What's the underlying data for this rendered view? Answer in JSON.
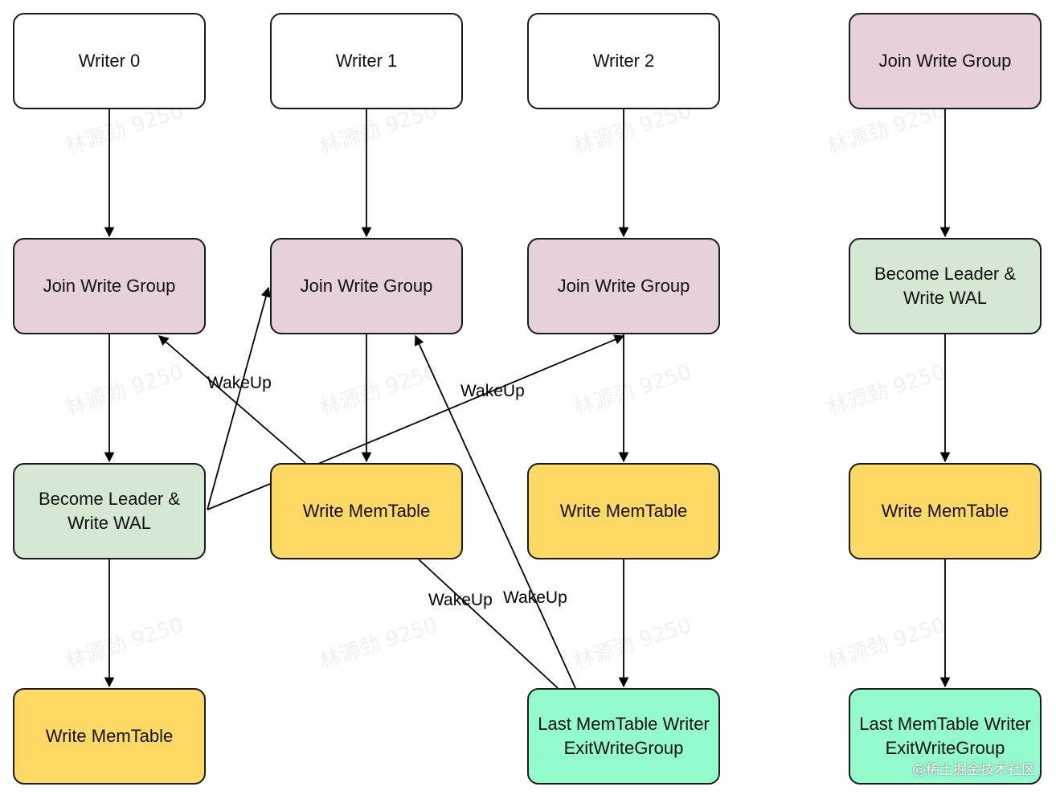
{
  "nodes": {
    "writer0": "Writer 0",
    "writer1": "Writer 1",
    "writer2": "Writer 2",
    "c4_join": "Join Write Group",
    "c1_join": "Join Write Group",
    "c2_join": "Join Write Group",
    "c3_join": "Join Write Group",
    "c4_leader": "Become Leader &\nWrite WAL",
    "c1_leader": "Become Leader &\nWrite WAL",
    "c2_memtable": "Write MemTable",
    "c3_memtable": "Write MemTable",
    "c4_memtable": "Write MemTable",
    "c1_memtable": "Write MemTable",
    "c3_exit": "Last MemTable Writer\nExitWriteGroup",
    "c4_exit": "Last MemTable Writer\nExitWriteGroup"
  },
  "edge_labels": {
    "wakeup_1": "WakeUp",
    "wakeup_2": "WakeUp",
    "wakeup_3": "WakeUp",
    "wakeup_4": "WakeUp"
  },
  "watermark": "林源劲 9250",
  "credit": "@稀土掘金技术社区",
  "colors": {
    "writer": "#ffffff",
    "join": "#e6d0de",
    "leader": "#d5e8d4",
    "memtable": "#ffd966",
    "exit": "#94fbcd",
    "stroke": "#1a1a1a"
  }
}
